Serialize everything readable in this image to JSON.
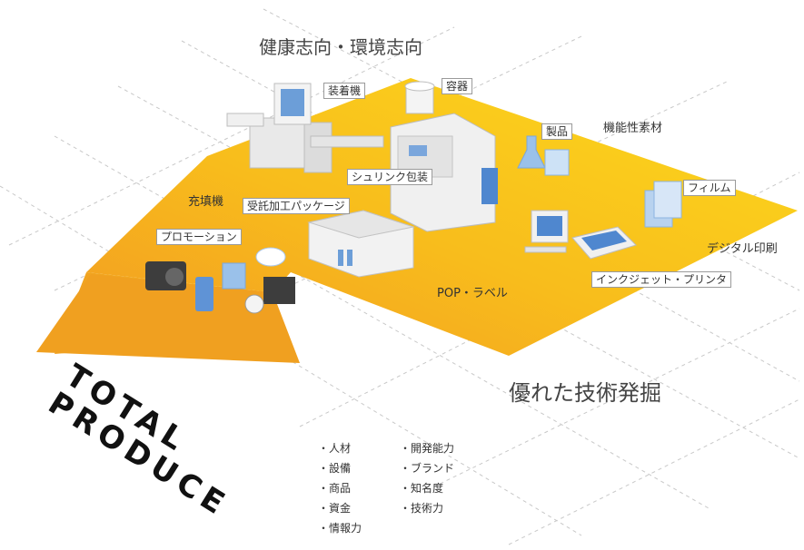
{
  "headings": {
    "health_environment": "健康志向・環境志向",
    "tech_discovery": "優れた技術発掘",
    "total_produce_line1": "TOTAL",
    "total_produce_line2": "PRODUCE"
  },
  "labels": {
    "mounting_machine": "装着機",
    "container": "容器",
    "products": "製品",
    "functional_material": "機能性素材",
    "shrink_wrap": "シュリンク包装",
    "film": "フィルム",
    "filling_machine": "充填機",
    "contract_packaging": "受託加工パッケージ",
    "digital_print": "デジタル印刷",
    "promotion": "プロモーション",
    "inkjet_printer": "インクジェット・プリンタ",
    "pop_label": "POP・ラベル"
  },
  "resources_left": [
    "人材",
    "設備",
    "商品",
    "資金",
    "情報力"
  ],
  "resources_right": [
    "開発能力",
    "ブランド",
    "知名度",
    "技術力"
  ],
  "colors": {
    "yellow": "#fbd51c",
    "orange": "#f29a22",
    "arrow_dark": "#f0a020",
    "machine": "#eeeeee",
    "accent_blue": "#5a8fd0",
    "grid_line": "#c4c4c4"
  }
}
